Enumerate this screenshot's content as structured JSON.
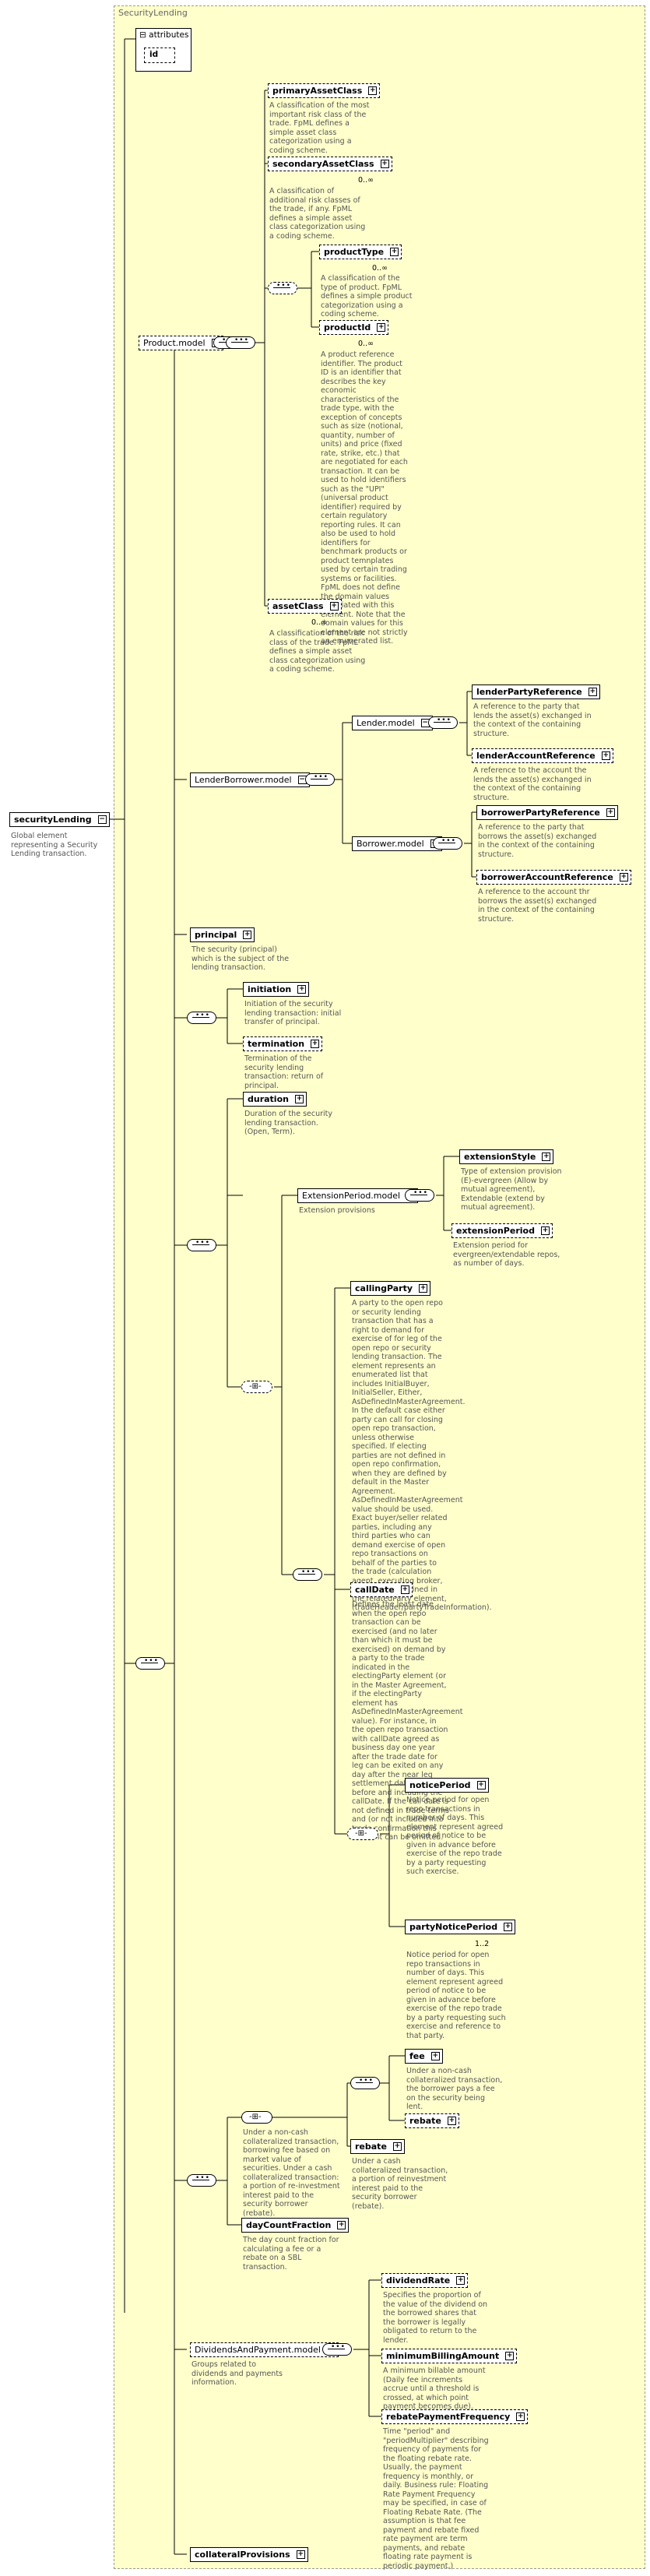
{
  "frame": {
    "title": "SecurityLending"
  },
  "root": {
    "name": "securityLending",
    "desc": "Global element representing a Security Lending transaction."
  },
  "attributes": {
    "label": "attributes",
    "id": "id"
  },
  "product_model": {
    "label": "Product.model"
  },
  "primaryAssetClass": {
    "name": "primaryAssetClass",
    "desc": "A classification of the most important risk class of the trade. FpML defines a simple asset class categorization using a coding scheme."
  },
  "secondaryAssetClass": {
    "name": "secondaryAssetClass",
    "card": "0..∞",
    "desc": "A classification of additional risk classes of the trade, if any. FpML defines a simple asset class categorization using a coding scheme."
  },
  "productType": {
    "name": "productType",
    "card": "0..∞",
    "desc": "A classification of the type of product. FpML defines a simple product categorization using a coding scheme."
  },
  "productId": {
    "name": "productId",
    "card": "0..∞",
    "desc": "A product reference identifier. The product ID is an identifier that describes the key economic characteristics of the trade type, with the exception of concepts such as size (notional, quantity, number of units) and price (fixed rate, strike, etc.) that are negotiated for each transaction. It can be used to hold identifiers such as the \"UPI\" (universal product identifier) required by certain regulatory reporting rules. It can also be used to hold identifiers for benchmark products or product temnplates used by certain trading systems or facilities. FpML does not define the domain values associated with this element. Note that the domain values for this element are not strictly an enumerated list."
  },
  "assetClass": {
    "name": "assetClass",
    "card": "0..∞",
    "desc": "A classification of the risk class of the trade. FpML defines a simple asset class categorization using a coding scheme."
  },
  "lenderborrower_model": {
    "label": "LenderBorrower.model"
  },
  "lender_model": {
    "label": "Lender.model"
  },
  "lenderPartyReference": {
    "name": "lenderPartyReference",
    "desc": "A reference to the party that lends the asset(s) exchanged in the context of the containing structure."
  },
  "lenderAccountReference": {
    "name": "lenderAccountReference",
    "desc": "A reference to the account the lends the asset(s) exchanged in the context of the containing structure."
  },
  "borrower_model": {
    "label": "Borrower.model"
  },
  "borrowerPartyReference": {
    "name": "borrowerPartyReference",
    "desc": "A reference to the party that borrows the asset(s) exchanged in the context of the containing structure."
  },
  "borrowerAccountReference": {
    "name": "borrowerAccountReference",
    "desc": "A reference to the account thr borrows the asset(s) exchanged in the context of the containing structure."
  },
  "principal": {
    "name": "principal",
    "desc": "The security (principal) which is the subject of the lending transaction."
  },
  "initiation": {
    "name": "initiation",
    "desc": "Initiation of the security lending transaction: initial transfer of principal."
  },
  "termination": {
    "name": "termination",
    "desc": "Termination of the security lending transaction: return of principal."
  },
  "duration": {
    "name": "duration",
    "desc": "Duration of the security lending transaction. (Open, Term)."
  },
  "extension_model": {
    "label": "ExtensionPeriod.model",
    "desc": "Extension provisions"
  },
  "extensionStyle": {
    "name": "extensionStyle",
    "desc": "Type of extension provision (E)-evergreen (Allow by mutual agreement), Extendable (extend by mutual agreement)."
  },
  "extensionPeriod": {
    "name": "extensionPeriod",
    "desc": "Extension period for evergreen/extendable repos, as number of days."
  },
  "callingParty": {
    "name": "callingParty",
    "desc": "A party to the open repo or security lending transaction that has a right to demand for exercise of for leg of the open repo or security lending transaction. The element represents an enumerated list that includes InitialBuyer, InitialSeller, Either, AsDefinedInMasterAgreement. In the default case either party can call for closing open repo transaction, unless otherwise specified. If electing parties are not defined in open repo confirmation, when they are defined by default in the Master Agreement. AsDefinedInMasterAgreement value should be used. Exact buyer/seller related parties, including any third parties who can demand exercise of open repo transactions on behalf of the parties to the trade (calculation agent, executing broker, etc.), can be defined in the relatedParty element, (tradeHeader/partyTradeInformation)."
  },
  "callDate": {
    "name": "callDate",
    "desc": "Defines the least date when the open repo transaction can be exercised (and no later than which it must be exercised) on demand by a party to the trade indicated in the electingParty element (or in the Master Agreement, if the electingParty element has AsDefinedInMasterAgreement value). For instance, in the open repo transaction with callDate agreed as business day one year after the trade date for leg can be exited on any day after the near leg settlement date and before and including the callDate. If the call date is not defined in trade terms and (or not included into trade confirmation this element can be omitted."
  },
  "noticePeriod": {
    "name": "noticePeriod",
    "desc": "Notice period for open repo transactions in number of days. This element represent agreed period of notice to be given in advance before exercise of the repo trade by a party requesting such exercise."
  },
  "partyNoticePeriod": {
    "name": "partyNoticePeriod",
    "card": "1..2",
    "desc": "Notice period for open repo transactions in number of days. This element represent agreed period of notice to be given in advance before exercise of the repo trade by a party requesting such exercise and reference to that party."
  },
  "fee": {
    "name": "fee",
    "desc": "Under a non-cash collateralized transaction, the borrower pays a fee on the security being lent."
  },
  "rebate": {
    "name": "rebate",
    "desc": "Under a cash collateralized transaction, a portion of reinvestment interest paid to the security borrower (rebate)."
  },
  "choice_desc": "Under a non-cash collateralized transaction, borrowing fee based on market value of securities. Under a cash collateralized transaction: a portion of re-investment interest paid to the security borrower (rebate).",
  "dayCountFraction": {
    "name": "dayCountFraction",
    "desc": "The day count fraction for calculating a fee or a rebate on a SBL transaction."
  },
  "dividends_model": {
    "label": "DividendsAndPayment.model",
    "desc": "Groups related to dividends and payments information."
  },
  "dividendRate": {
    "name": "dividendRate",
    "desc": "Specifies the proportion of the value of the dividend on the borrowed shares that the borrower is legally obligated to return to the lender."
  },
  "minimumBillingAmount": {
    "name": "minimumBillingAmount",
    "desc": "A minimum billable amount (Daily fee increments accrue until a threshold is crossed, at which point payment becomes due)."
  },
  "rebatePaymentFrequency": {
    "name": "rebatePaymentFrequency",
    "desc": "Time \"period\" and \"periodMultiplier\" describing frequency of payments for the floating rebate rate. Usually, the payment frequency is monthly, or daily. Business rule: Floating Rate Payment Frequency may be specified, in case of Floating Rebate Rate. (The assumption is that fee payment and rebate fixed rate payment are term payments, and rebate floating rate payment is periodic payment.)"
  },
  "collateralProvisions": {
    "name": "collateralProvisions"
  }
}
